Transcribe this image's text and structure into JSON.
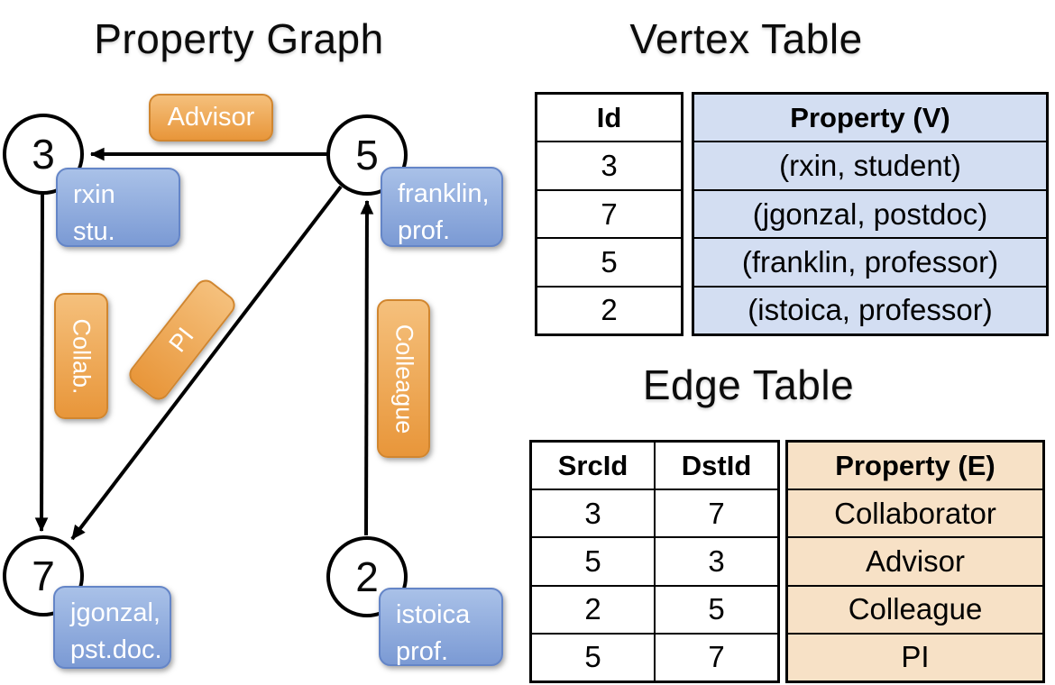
{
  "titles": {
    "graph": "Property Graph",
    "vertex_table": "Vertex Table",
    "edge_table": "Edge Table"
  },
  "graph": {
    "nodes": [
      {
        "id": "3",
        "label_lines": [
          "rxin",
          "stu."
        ]
      },
      {
        "id": "5",
        "label_lines": [
          "franklin,",
          "prof."
        ]
      },
      {
        "id": "7",
        "label_lines": [
          "jgonzal,",
          "pst.doc."
        ]
      },
      {
        "id": "2",
        "label_lines": [
          "istoica",
          "prof."
        ]
      }
    ],
    "edge_labels": {
      "advisor": "Advisor",
      "collab": "Collab.",
      "colleague": "Colleague",
      "pi": "PI"
    },
    "edges": [
      {
        "src": "5",
        "dst": "3",
        "label": "Advisor"
      },
      {
        "src": "3",
        "dst": "7",
        "label": "Collab."
      },
      {
        "src": "5",
        "dst": "7",
        "label": "PI"
      },
      {
        "src": "2",
        "dst": "5",
        "label": "Colleague"
      }
    ]
  },
  "vertex_table": {
    "headers": {
      "id": "Id",
      "property": "Property (V)"
    },
    "rows": [
      {
        "id": "3",
        "property": "(rxin, student)"
      },
      {
        "id": "7",
        "property": "(jgonzal, postdoc)"
      },
      {
        "id": "5",
        "property": "(franklin, professor)"
      },
      {
        "id": "2",
        "property": "(istoica, professor)"
      }
    ]
  },
  "edge_table": {
    "headers": {
      "src": "SrcId",
      "dst": "DstId",
      "property": "Property (E)"
    },
    "rows": [
      {
        "src": "3",
        "dst": "7",
        "property": "Collaborator"
      },
      {
        "src": "5",
        "dst": "3",
        "property": "Advisor"
      },
      {
        "src": "2",
        "dst": "5",
        "property": "Colleague"
      },
      {
        "src": "5",
        "dst": "7",
        "property": "PI"
      }
    ]
  },
  "colors": {
    "edge_label_orange_top": "#f5c07c",
    "edge_label_orange_bottom": "#e8963a",
    "vertex_label_blue_top": "#a9c1e8",
    "vertex_label_blue_bottom": "#7b9ad4",
    "vertex_table_cell_bg": "#d3def2",
    "edge_table_cell_bg": "#f7e1c6",
    "line_color": "#000000"
  }
}
